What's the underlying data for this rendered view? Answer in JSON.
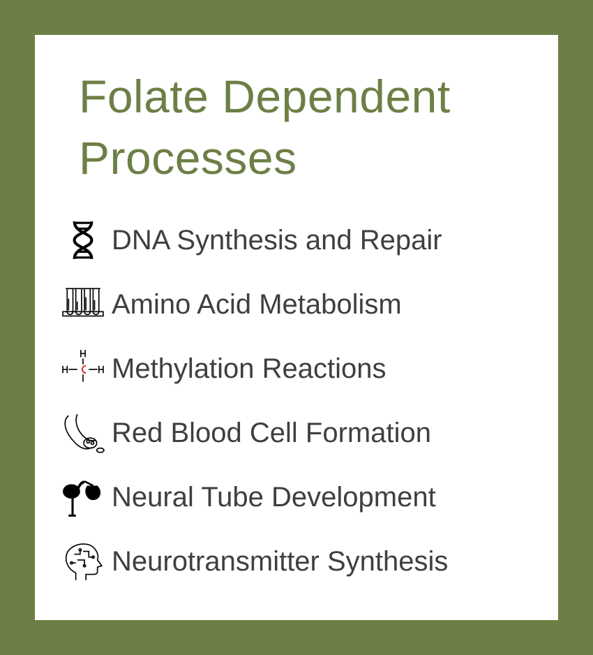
{
  "title": "Folate Dependent Processes",
  "accent_color": "#6d7f45",
  "items": [
    {
      "label": "DNA Synthesis and Repair",
      "icon": "dna-icon"
    },
    {
      "label": "Amino Acid Metabolism",
      "icon": "test-tubes-icon"
    },
    {
      "label": "Methylation Reactions",
      "icon": "methyl-molecule-icon"
    },
    {
      "label": "Red Blood Cell Formation",
      "icon": "blood-vessel-icon"
    },
    {
      "label": "Neural Tube Development",
      "icon": "stork-baby-icon"
    },
    {
      "label": "Neurotransmitter Synthesis",
      "icon": "brain-head-icon"
    }
  ]
}
